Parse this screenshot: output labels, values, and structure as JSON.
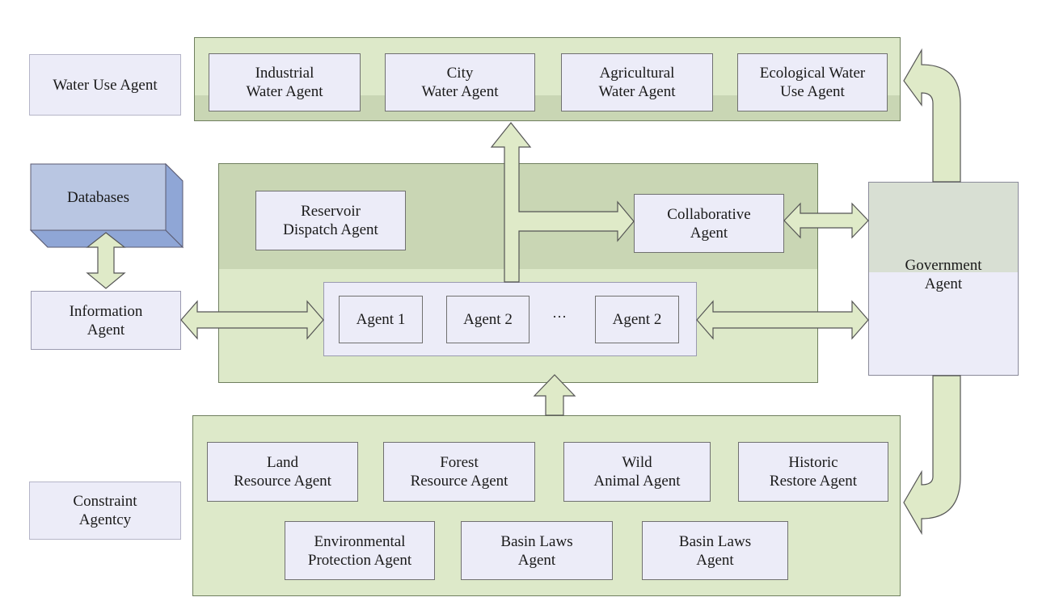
{
  "labels": {
    "water_use": "Water Use Agent",
    "constraint": "Constraint\nAgentcy",
    "databases": "Databases",
    "information": "Information\nAgent"
  },
  "water_use_agents": [
    "Industrial\nWater Agent",
    "City\nWater Agent",
    "Agricultural\nWater Agent",
    "Ecological Water\nUse Agent"
  ],
  "middle": {
    "reservoir": "Reservoir\nDispatch Agent",
    "collaborative": "Collaborative\nAgent",
    "agents": [
      "Agent 1",
      "Agent 2",
      "Agent 2"
    ],
    "ellipsis": "···"
  },
  "government": "Government\nAgent",
  "constraint_agents_row1": [
    "Land\nResource Agent",
    "Forest\nResource Agent",
    "Wild\nAnimal Agent",
    "Historic\nRestore Agent"
  ],
  "constraint_agents_row2": [
    "Environmental\nProtection Agent",
    "Basin Laws\nAgent",
    "Basin Laws\nAgent"
  ],
  "colors": {
    "group_fill": "#dde9c9",
    "band_fill": "#c9d6b4",
    "box_fill": "#ececf8",
    "arrow_fill": "#dfeac8",
    "outline": "#707070"
  }
}
